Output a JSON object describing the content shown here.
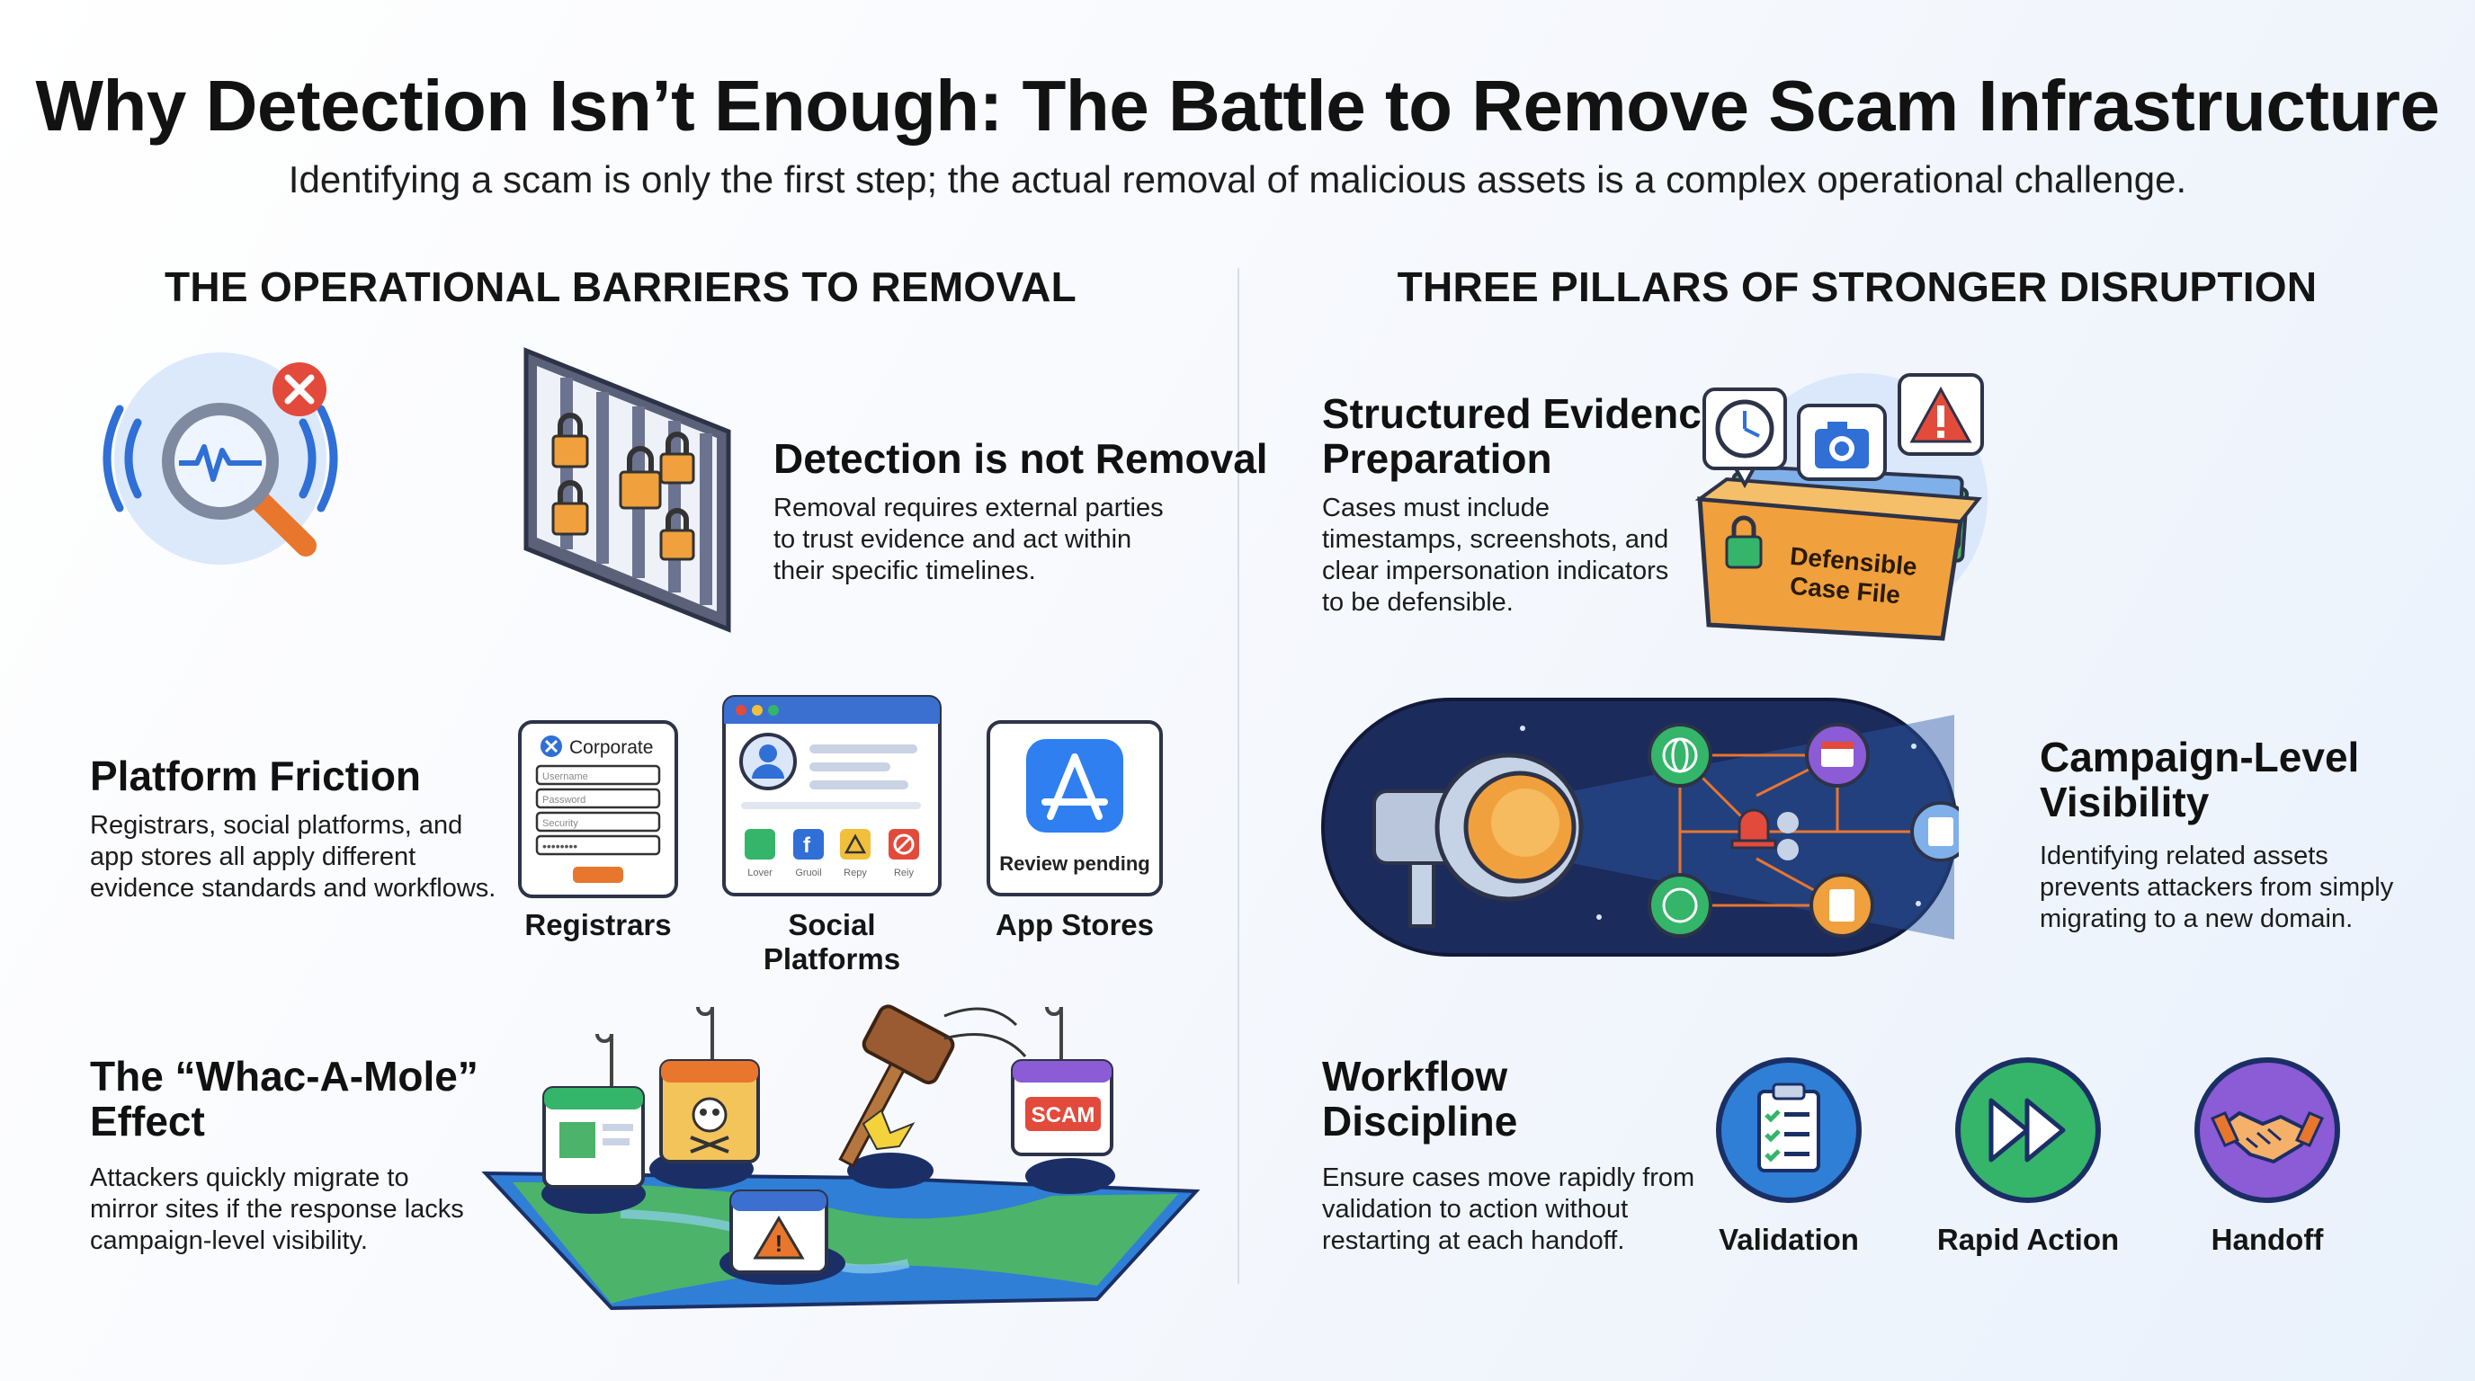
{
  "title": "Why Detection Isn’t Enough: The Battle to Remove Scam Infrastructure",
  "subtitle": "Identifying a scam is only the first step; the actual removal of malicious assets is a complex operational challenge.",
  "left": {
    "heading": "THE OPERATIONAL BARRIERS TO REMOVAL",
    "detection": {
      "title": "Detection is not Removal",
      "line1": "Removal requires external parties",
      "line2": "to trust evidence and act within",
      "line3": "their specific timelines."
    },
    "friction": {
      "title": "Platform Friction",
      "line1": "Registrars, social platforms, and",
      "line2": "app stores all apply different",
      "line3": "evidence standards and workflows.",
      "registrars": "Registrars",
      "social": "Social Platforms",
      "apps": "App Stores",
      "corporate": "Corporate",
      "username": "Username",
      "password": "Password",
      "security": "Security",
      "review": "Review pending",
      "icon1": "Lover",
      "icon2": "Gruoil",
      "icon3": "Repy",
      "icon4": "Reiy"
    },
    "mole": {
      "title1": "The “Whac-A-Mole”",
      "title2": "Effect",
      "line1": "Attackers quickly migrate to",
      "line2": "mirror sites if the response lacks",
      "line3": "campaign-level visibility.",
      "scam": "SCAM"
    }
  },
  "right": {
    "heading": "THREE PILLARS OF STRONGER DISRUPTION",
    "evidence": {
      "title1": "Structured Evidence",
      "title2": "Preparation",
      "line1": "Cases must include",
      "line2": "timestamps, screenshots, and",
      "line3": "clear impersonation indicators",
      "line4": "to be defensible.",
      "box1": "Defensible",
      "box2": "Case File"
    },
    "campaign": {
      "title1": "Campaign-Level",
      "title2": "Visibility",
      "line1": "Identifying related assets",
      "line2": "prevents attackers from simply",
      "line3": "migrating to a new domain."
    },
    "workflow": {
      "title1": "Workflow",
      "title2": "Discipline",
      "line1": "Ensure cases move rapidly from",
      "line2": "validation to action without",
      "line3": "restarting at each handoff.",
      "validation": "Validation",
      "rapid": "Rapid Action",
      "handoff": "Handoff"
    }
  },
  "colors": {
    "orange": "#f0a03c",
    "blue": "#2f6fd6",
    "green": "#34b56a",
    "purple": "#8c5bd6",
    "red": "#e24a3b",
    "navy": "#1b2f66"
  }
}
